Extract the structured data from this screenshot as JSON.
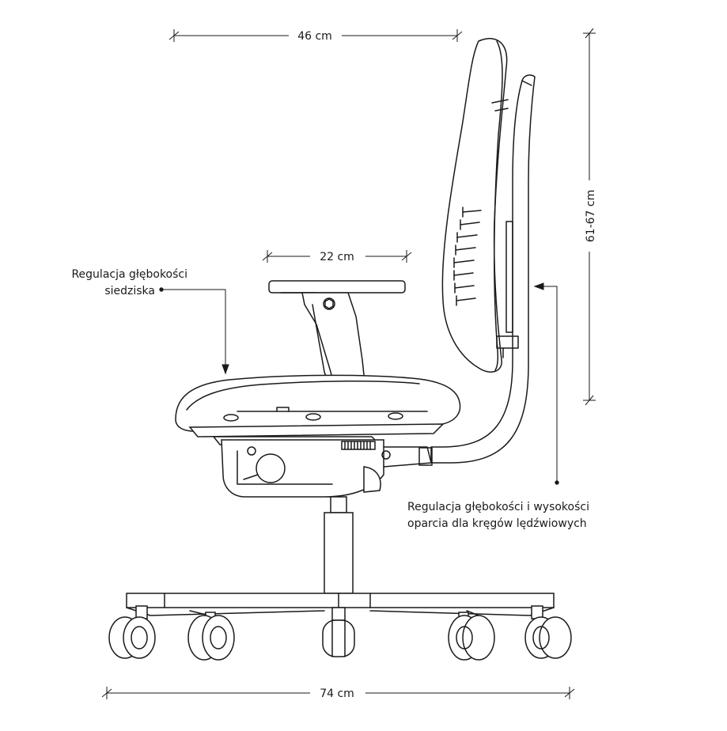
{
  "dimensions": {
    "backrest_depth": "46 cm",
    "armrest_length": "22 cm",
    "backrest_height": "61-67 cm",
    "base_width": "74 cm"
  },
  "annotations": {
    "seat_depth": {
      "line1": "Regulacja głębokości",
      "line2": "siedziska"
    },
    "lumbar": {
      "line1": "Regulacja głębokości i wysokości",
      "line2": "oparcia dla kręgów lędźwiowych"
    }
  },
  "colors": {
    "line": "#1a1a1a",
    "background": "#ffffff"
  }
}
